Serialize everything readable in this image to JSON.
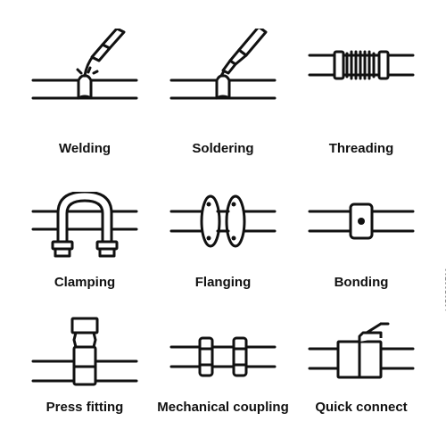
{
  "icons": [
    {
      "label": "Welding",
      "icon": "welding-icon"
    },
    {
      "label": "Soldering",
      "icon": "soldering-icon"
    },
    {
      "label": "Threading",
      "icon": "threading-icon"
    },
    {
      "label": "Clamping",
      "icon": "clamping-icon"
    },
    {
      "label": "Flanging",
      "icon": "flanging-icon"
    },
    {
      "label": "Bonding",
      "icon": "bonding-icon"
    },
    {
      "label": "Press fitting",
      "icon": "press-fitting-icon"
    },
    {
      "label": "Mechanical coupling",
      "icon": "mechanical-coupling-icon"
    },
    {
      "label": "Quick connect",
      "icon": "quick-connect-icon"
    }
  ],
  "watermark": "1659528769",
  "colors": {
    "stroke": "#111111",
    "background": "#ffffff"
  }
}
